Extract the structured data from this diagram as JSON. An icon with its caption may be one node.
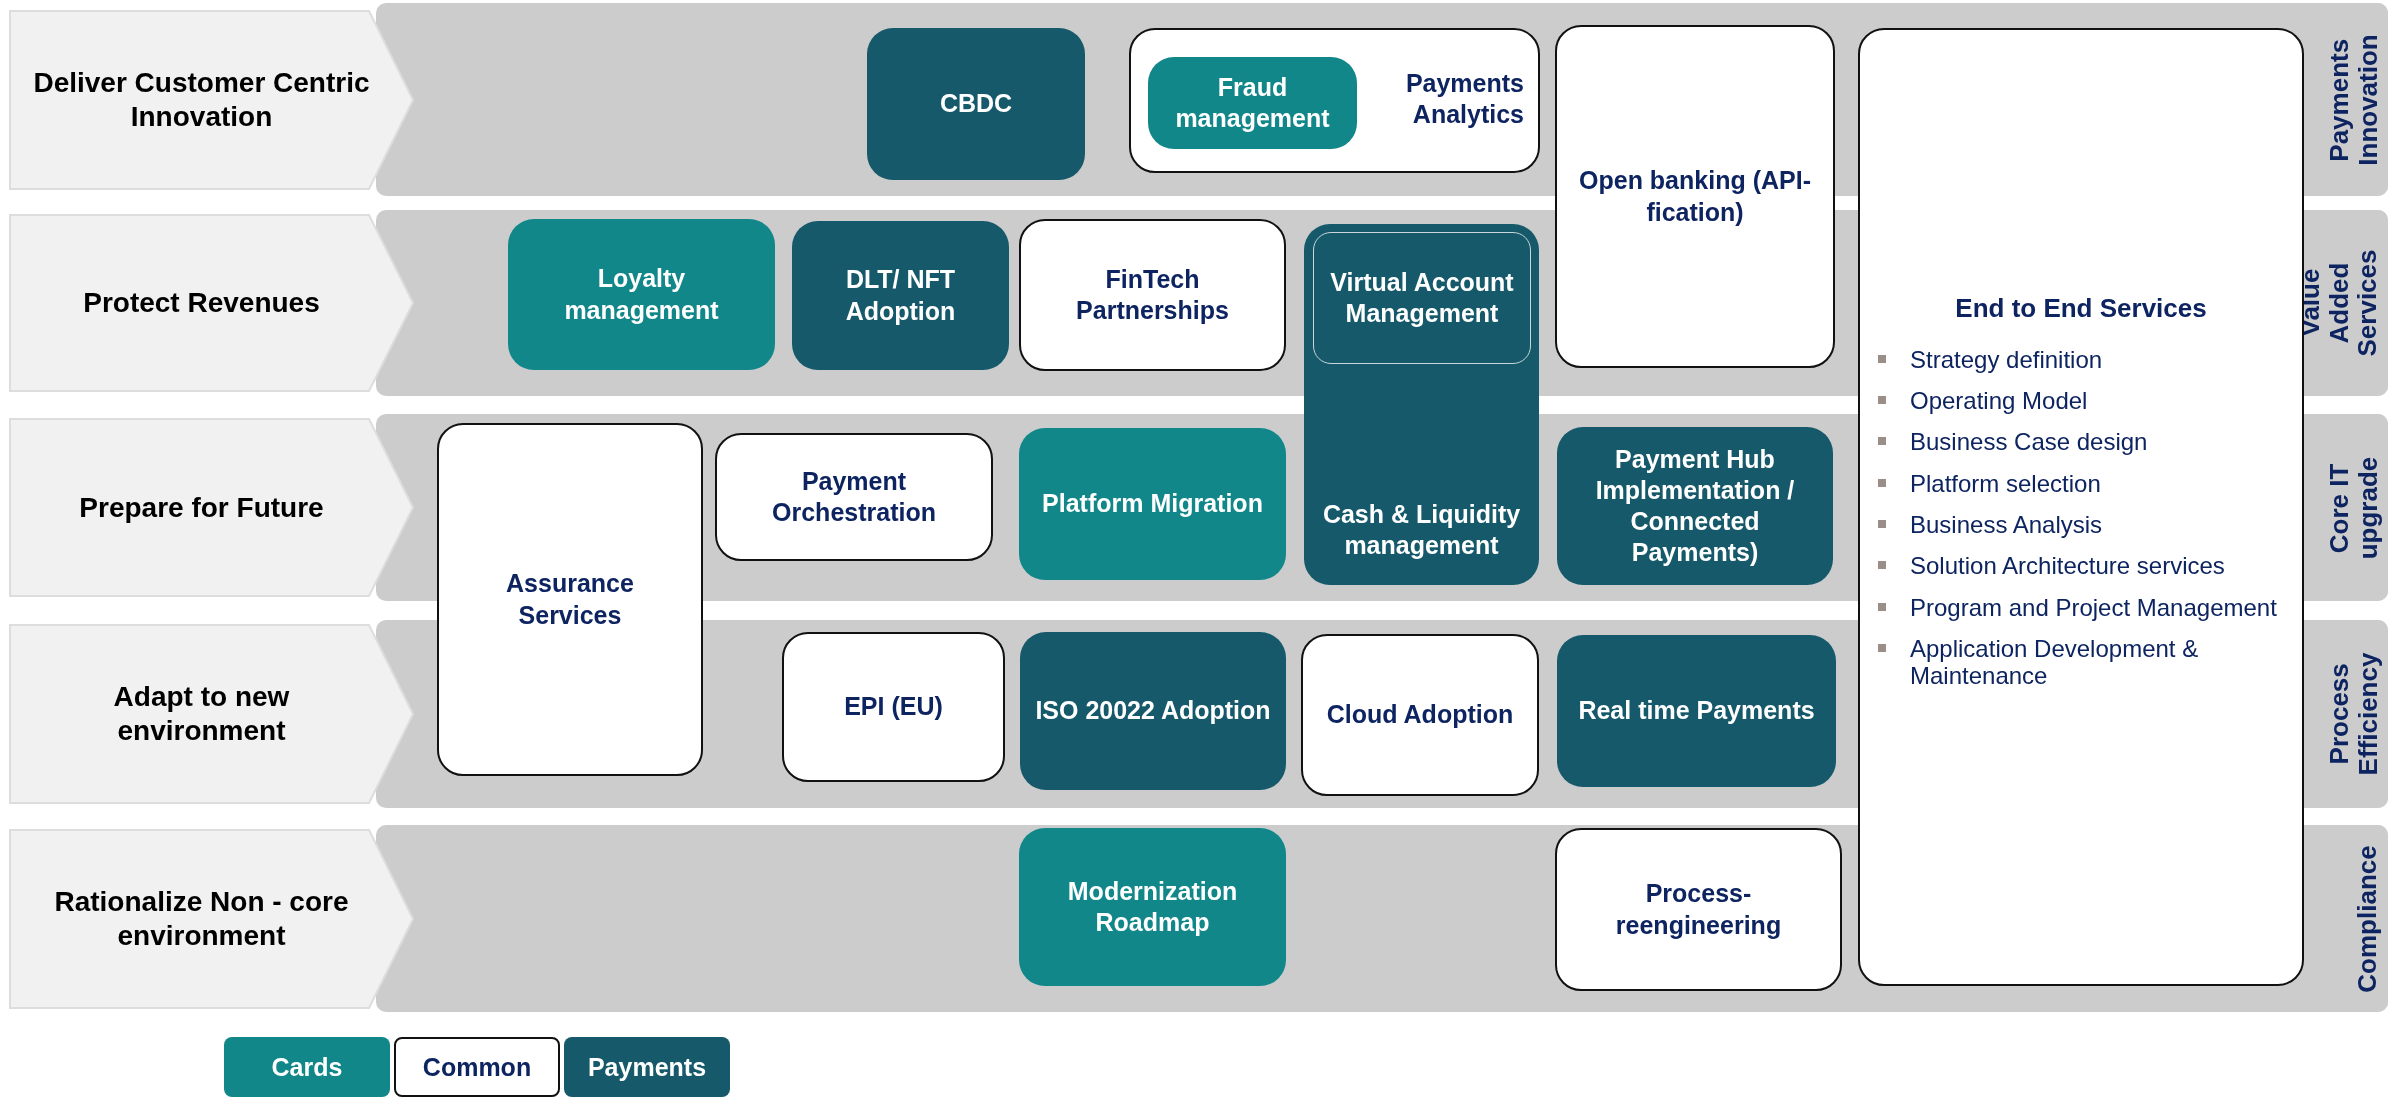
{
  "diagram": {
    "nodes": [
      {
        "text": [
          "Payments Innovation"
        ]
      },
      {
        "text": [
          "Deliver Customer Centric Innovation"
        ]
      },
      {
        "text": [
          "CBDC"
        ]
      },
      {
        "text": [
          "Payments Analytics"
        ]
      },
      {
        "text": [
          "Fraud management"
        ],
        "in": 3
      },
      {
        "text": [
          "Open banking (API-fication)"
        ]
      },
      {
        "text": [
          "End to End Services",
          "Strategy definition",
          "Operating Model",
          "Business Case design",
          "Platform selection",
          "Business Analysis",
          "Solution Architecture services",
          "Program and Project Management",
          "Application Development & Maintenance"
        ]
      },
      {
        "text": [
          "Value Added Services"
        ]
      },
      {
        "text": [
          "Protect Revenues"
        ]
      },
      {
        "text": [
          "Loyalty management"
        ]
      },
      {
        "text": [
          "DLT/ NFT Adoption"
        ]
      },
      {
        "text": [
          "FinTech Partnerships"
        ]
      },
      {
        "text": [
          "Cash & Liquidity management"
        ]
      },
      {
        "text": [
          "Virtual Account Management"
        ],
        "in": 12
      },
      {
        "text": [
          "Core IT upgrade"
        ]
      },
      {
        "text": [
          "Prepare for Future"
        ]
      },
      {
        "text": [
          "Assurance Services"
        ]
      },
      {
        "text": [
          "Payment Orchestration"
        ]
      },
      {
        "text": [
          "Platform Migration"
        ]
      },
      {
        "text": [
          "Payment Hub Implementation / Connected Payments)"
        ]
      },
      {
        "text": [
          "Process Efficiency"
        ]
      },
      {
        "text": [
          "Adapt to new environment"
        ]
      },
      {
        "text": [
          "EPI (EU)"
        ]
      },
      {
        "text": [
          "ISO 20022 Adoption"
        ]
      },
      {
        "text": [
          "Cloud Adoption"
        ]
      },
      {
        "text": [
          "Real time Payments"
        ]
      },
      {
        "text": [
          "Compliance"
        ]
      },
      {
        "text": [
          "Rationalize Non - core environment"
        ]
      },
      {
        "text": [
          "Modernization Roadmap"
        ]
      },
      {
        "text": [
          "Process-reengineering"
        ]
      }
    ],
    "legend": [
      {
        "text": "Cards",
        "color": "#12878a"
      },
      {
        "text": "Common",
        "color": "#ffffff"
      },
      {
        "text": "Payments",
        "color": "#15596a"
      }
    ]
  }
}
